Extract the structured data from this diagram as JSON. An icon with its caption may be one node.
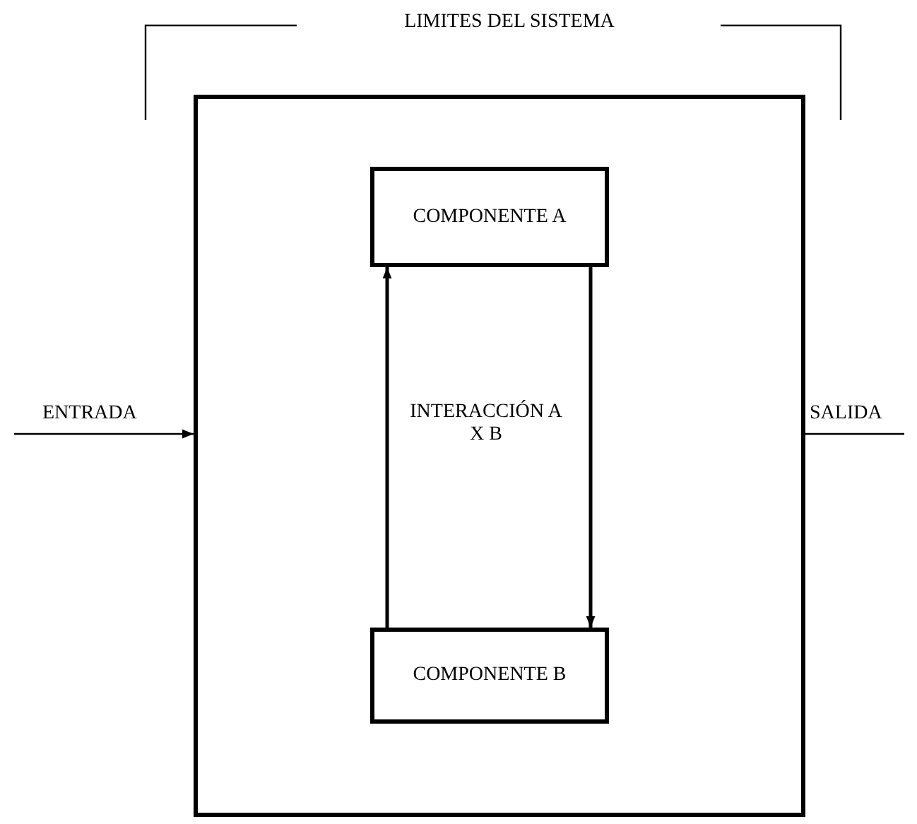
{
  "diagram": {
    "nodes": [
      {
        "text": [],
        "shape": "box"
      },
      {
        "text": [
          "COMPONENTE A"
        ],
        "in": 0
      },
      {
        "text": [
          "COMPONENTE B"
        ],
        "in": 0
      }
    ],
    "edges": [
      {
        "from": 2,
        "to": 1,
        "arrow": "to"
      },
      {
        "from": 1,
        "to": 2,
        "arrow": "to"
      },
      {
        "from": null,
        "to": 0,
        "arrow": "to",
        "label": "ENTRADA"
      },
      {
        "from": 0,
        "to": null,
        "arrow": "none",
        "label": "SALIDA"
      }
    ],
    "labels": [
      "LIMITES DEL SISTEMA",
      "INTERACCIÓN A X B"
    ]
  }
}
